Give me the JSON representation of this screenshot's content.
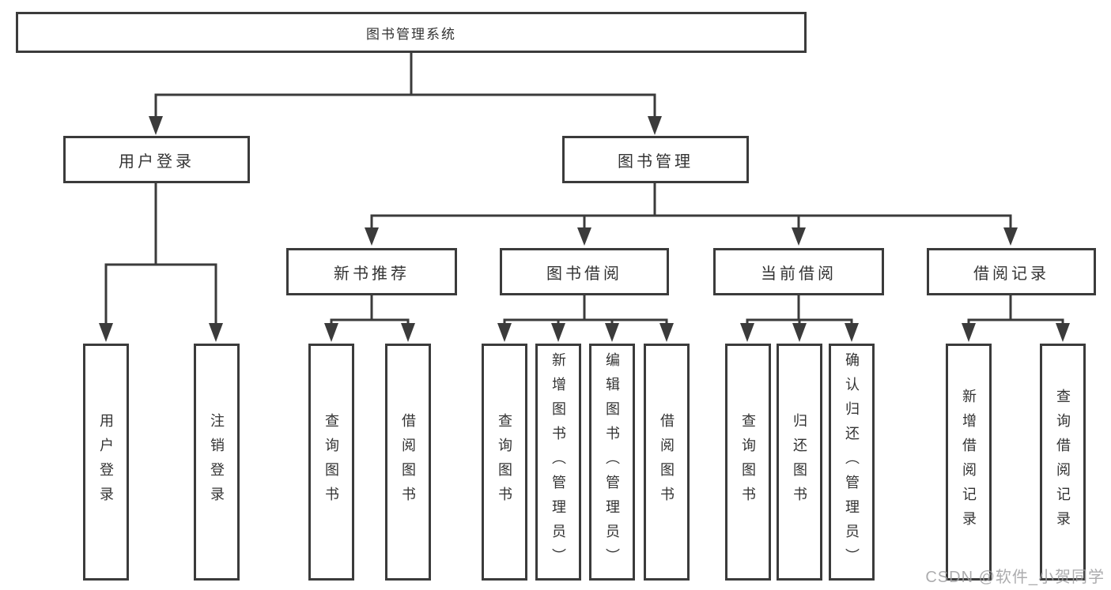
{
  "diagram": {
    "title": "图书管理系统",
    "tree": {
      "root": {
        "label": "图书管理系统"
      },
      "branches": [
        {
          "label": "用户登录",
          "children": [
            {
              "label": "用户登录"
            },
            {
              "label": "注销登录"
            }
          ]
        },
        {
          "label": "图书管理",
          "sections": [
            {
              "label": "新书推荐",
              "children": [
                {
                  "label": "查询图书"
                },
                {
                  "label": "借阅图书"
                }
              ]
            },
            {
              "label": "图书借阅",
              "children": [
                {
                  "label": "查询图书"
                },
                {
                  "label": "新增图书（管理员）"
                },
                {
                  "label": "编辑图书（管理员）"
                },
                {
                  "label": "借阅图书"
                }
              ]
            },
            {
              "label": "当前借阅",
              "children": [
                {
                  "label": "查询图书"
                },
                {
                  "label": "归还图书"
                },
                {
                  "label": "确认归还（管理员）"
                }
              ]
            },
            {
              "label": "借阅记录",
              "children": [
                {
                  "label": "新增借阅记录"
                },
                {
                  "label": "查询借阅记录"
                }
              ]
            }
          ]
        }
      ]
    }
  },
  "watermark": {
    "text": "CSDN @软件_小贺同学"
  },
  "colors": {
    "line": "#3b3b3b",
    "box_border": "#3b3b3b",
    "text": "#333333",
    "watermark": "#9e9ea0",
    "background": "#ffffff"
  }
}
